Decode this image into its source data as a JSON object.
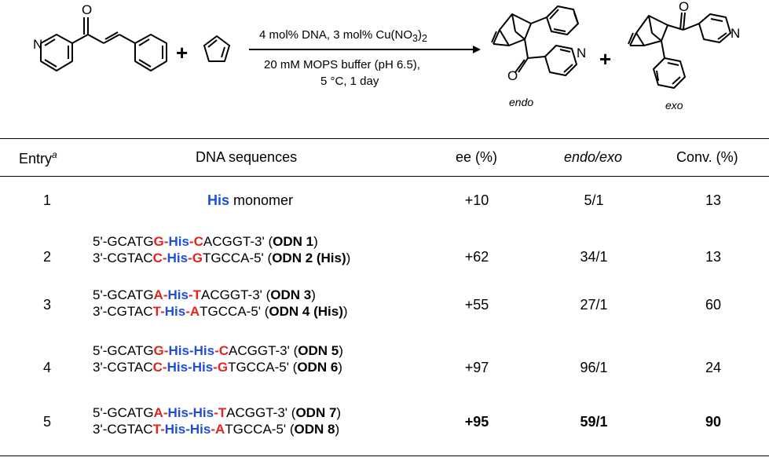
{
  "scheme": {
    "plus1": "+",
    "plus2": "+",
    "condition_line1": "4 mol% DNA, 3 mol% Cu(NO3)2",
    "condition_line1_main": "4 mol% DNA, 3 mol% Cu(NO",
    "condition_line1_sub3": "3",
    "condition_line1_paren": ")",
    "condition_line1_sub2": "2",
    "condition_line2": "20 mM MOPS buffer (pH 6.5),",
    "condition_line3": "5 °C, 1 day",
    "product1_label": "endo",
    "product2_label": "exo"
  },
  "table": {
    "headers": {
      "entry": "Entry",
      "entry_sup": "a",
      "dna": "DNA sequences",
      "ee": "ee (%)",
      "endo_exo": "endo/exo",
      "conv": "Conv. (%)"
    },
    "rows": [
      {
        "entry": "1",
        "dna_his": "His",
        "dna_text": " monomer",
        "ee": "+10",
        "endo_exo": "5/1",
        "conv": "13"
      },
      {
        "entry": "2",
        "l1": {
          "a": "5'-GCATG",
          "b": "G",
          "c": "-",
          "d": "His",
          "e": "-",
          "f": "C",
          "g": "ACGGT-3' (",
          "h": "ODN 1",
          "i": ")"
        },
        "l2": {
          "a": "3'-CGTAC",
          "b": "C",
          "c": "-",
          "d": "His",
          "e": "-",
          "f": "G",
          "g": "TGCCA-5' (",
          "h": "ODN 2 (His)",
          "i": ")"
        },
        "ee": "+62",
        "endo_exo": "34/1",
        "conv": "13"
      },
      {
        "entry": "3",
        "l1": {
          "a": "5'-GCATG",
          "b": "A",
          "c": "-",
          "d": "His",
          "e": "-",
          "f": "T",
          "g": "ACGGT-3' (",
          "h": "ODN 3",
          "i": ")"
        },
        "l2": {
          "a": "3'-CGTAC",
          "b": "T",
          "c": "-",
          "d": "His",
          "e": "-",
          "f": "A",
          "g": "TGCCA-5' (",
          "h": "ODN 4 (His)",
          "i": ")"
        },
        "ee": "+55",
        "endo_exo": "27/1",
        "conv": "60"
      },
      {
        "entry": "4",
        "l1": {
          "a": "5'-GCATG",
          "b": "G",
          "c": "-",
          "d": "His",
          "e": "-",
          "d2": "His",
          "e2": "-",
          "f": "C",
          "g": "ACGGT-3' (",
          "h": "ODN 5",
          "i": ")"
        },
        "l2": {
          "a": "3'-CGTAC",
          "b": "C",
          "c": "-",
          "d": "His",
          "e": "-",
          "d2": "His",
          "e2": "-",
          "f": "G",
          "g": "TGCCA-5' (",
          "h": "ODN 6",
          "i": ")"
        },
        "ee": "+97",
        "endo_exo": "96/1",
        "conv": "24"
      },
      {
        "entry": "5",
        "l1": {
          "a": "5'-GCATG",
          "b": "A",
          "c": "-",
          "d": "His",
          "e": "-",
          "d2": "His",
          "e2": "-",
          "f": "T",
          "g": "ACGGT-3' (",
          "h": "ODN 7",
          "i": ")"
        },
        "l2": {
          "a": "3'-CGTAC",
          "b": "T",
          "c": "-",
          "d": "His",
          "e": "-",
          "d2": "His",
          "e2": "-",
          "f": "A",
          "g": "TGCCA-5' (",
          "h": "ODN 8",
          "i": ")"
        },
        "ee": "+95",
        "endo_exo": "59/1",
        "conv": "90"
      }
    ]
  },
  "colors": {
    "nucleobase_highlight": "#e0261f",
    "his_highlight": "#1f4fd8"
  }
}
